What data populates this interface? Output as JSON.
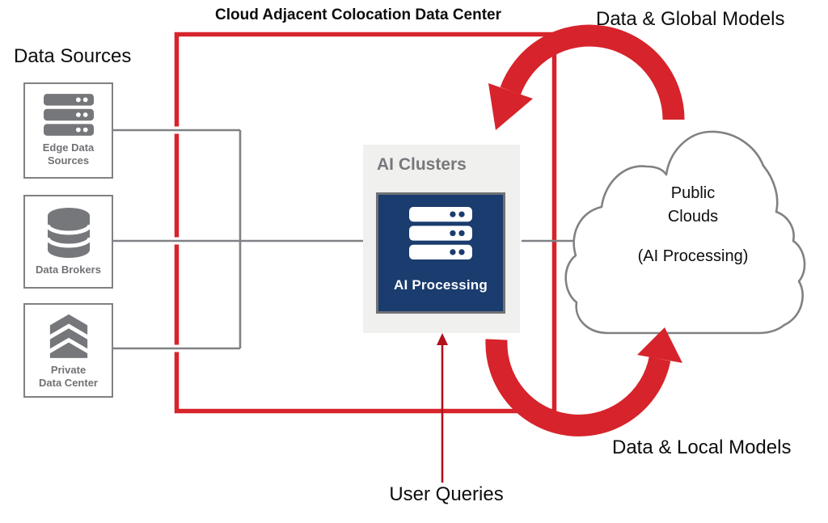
{
  "title": "Cloud Adjacent Colocation Data Center",
  "data_sources": {
    "heading": "Data Sources",
    "items": [
      {
        "label": "Edge Data\nSources",
        "icon": "server-stack-icon"
      },
      {
        "label": "Data Brokers",
        "icon": "database-icon"
      },
      {
        "label": "Private\nData Center",
        "icon": "stacked-chevrons-icon"
      }
    ]
  },
  "colocation": {
    "cluster_panel_title": "AI Clusters",
    "cluster_box_label": "AI Processing",
    "cluster_box_icon": "server-stack-icon"
  },
  "cloud": {
    "title": "Public\nClouds",
    "subtitle": "(AI Processing)"
  },
  "annotations": {
    "top_right": "Data & Global Models",
    "bottom_right": "Data & Local Models",
    "bottom_center": "User Queries"
  },
  "colors": {
    "brand_red": "#D7232B",
    "dark_red": "#B1121C",
    "navy": "#1A3C6E",
    "line_gray": "#808184",
    "label_gray": "#717276",
    "panel_gray": "#F0F0EF"
  }
}
